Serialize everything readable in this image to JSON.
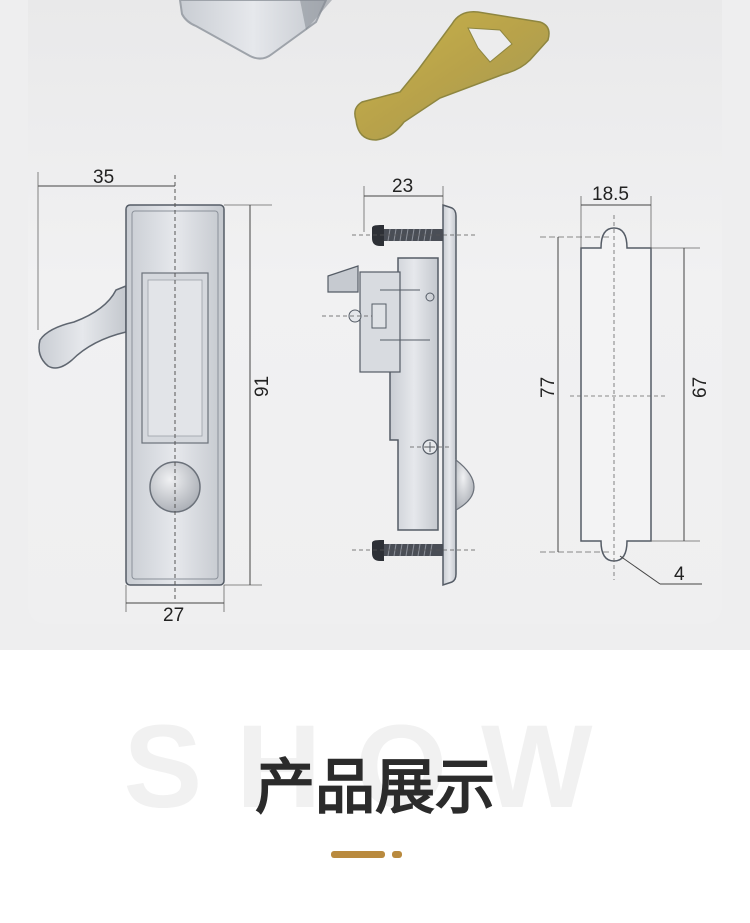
{
  "dimensions": {
    "width_top": "35",
    "width_bottom": "27",
    "height_front": "91",
    "depth": "23",
    "cutout_width": "18.5",
    "cutout_height_outer": "77",
    "cutout_height_inner": "67",
    "notch_radius": "4"
  },
  "watermark_text": "SHOW",
  "section_title": "产品展示",
  "colors": {
    "panel": "#efeff0",
    "title": "#2b2b2b",
    "accent": "#b98a3e",
    "watermark": "#f1f1f1"
  }
}
